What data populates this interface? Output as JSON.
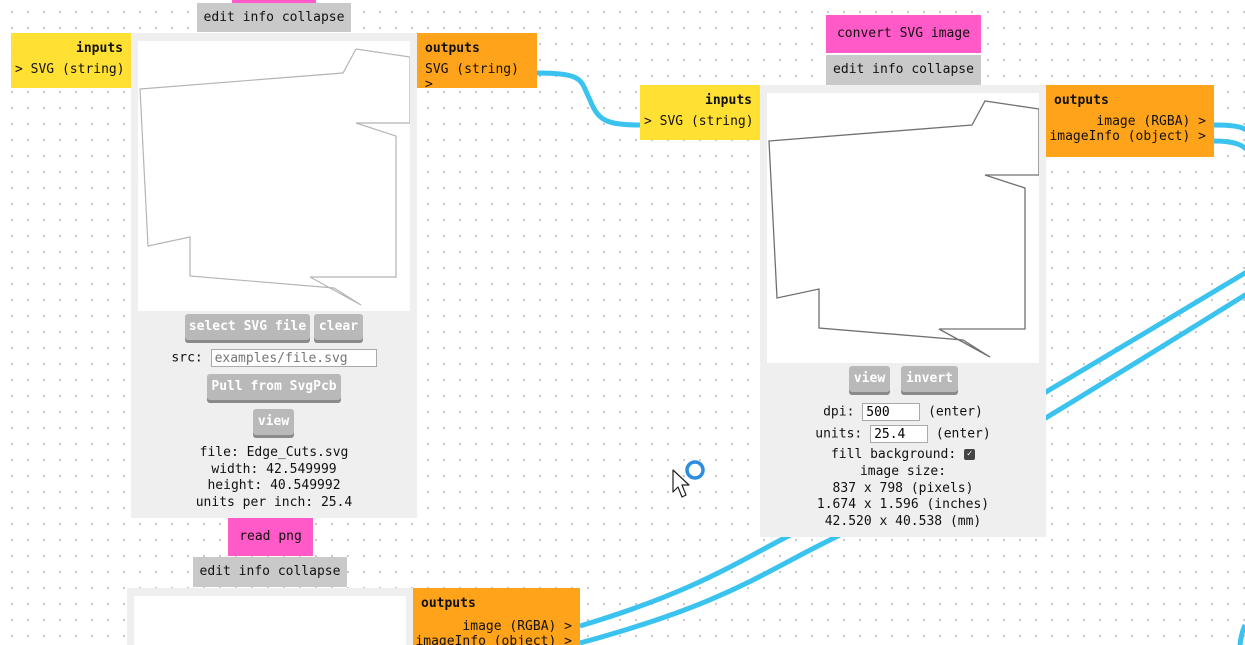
{
  "node_left": {
    "tab_label": "edit info collapse",
    "inputs_title": "inputs",
    "input_port": "> SVG (string)",
    "outputs_title": "outputs",
    "output_port": "SVG (string) >",
    "select_button": "select SVG file",
    "clear_button": "clear",
    "src_label": "src:",
    "src_placeholder": "examples/file.svg",
    "pull_button": "Pull from SvgPcb",
    "view_button": "view",
    "file_line": "file: Edge_Cuts.svg",
    "width_line": "width: 42.549999",
    "height_line": "height: 40.549992",
    "units_line": "units per inch: 25.4"
  },
  "node_right": {
    "title": "convert SVG image",
    "tab_label": "edit info collapse",
    "inputs_title": "inputs",
    "input_port": "> SVG (string)",
    "outputs_title": "outputs",
    "output_image": "image (RGBA) >",
    "output_info": "imageInfo (object) >",
    "view_button": "view",
    "invert_button": "invert",
    "dpi_label": "dpi:",
    "dpi_value": "500",
    "dpi_enter": "(enter)",
    "units_label": "units:",
    "units_value": "25.4",
    "units_enter": "(enter)",
    "fill_label": "fill background:",
    "fill_checked": true,
    "size_title": "image size:",
    "size_pixels": "837 x 798 (pixels)",
    "size_inches": "1.674 x 1.596 (inches)",
    "size_mm": "42.520 x 40.538 (mm)"
  },
  "node_bottom": {
    "title": "read png",
    "tab_label": "edit info collapse",
    "outputs_title": "outputs",
    "output_image": "image (RGBA) >",
    "output_info": "imageInfo (object) >"
  },
  "colors": {
    "wire": "#3ac3ef",
    "title_pink": "#ff5ac8",
    "inputs_yellow": "#ffe033",
    "outputs_orange": "#ffa31a",
    "cursor_ring": "#2a8de0"
  }
}
